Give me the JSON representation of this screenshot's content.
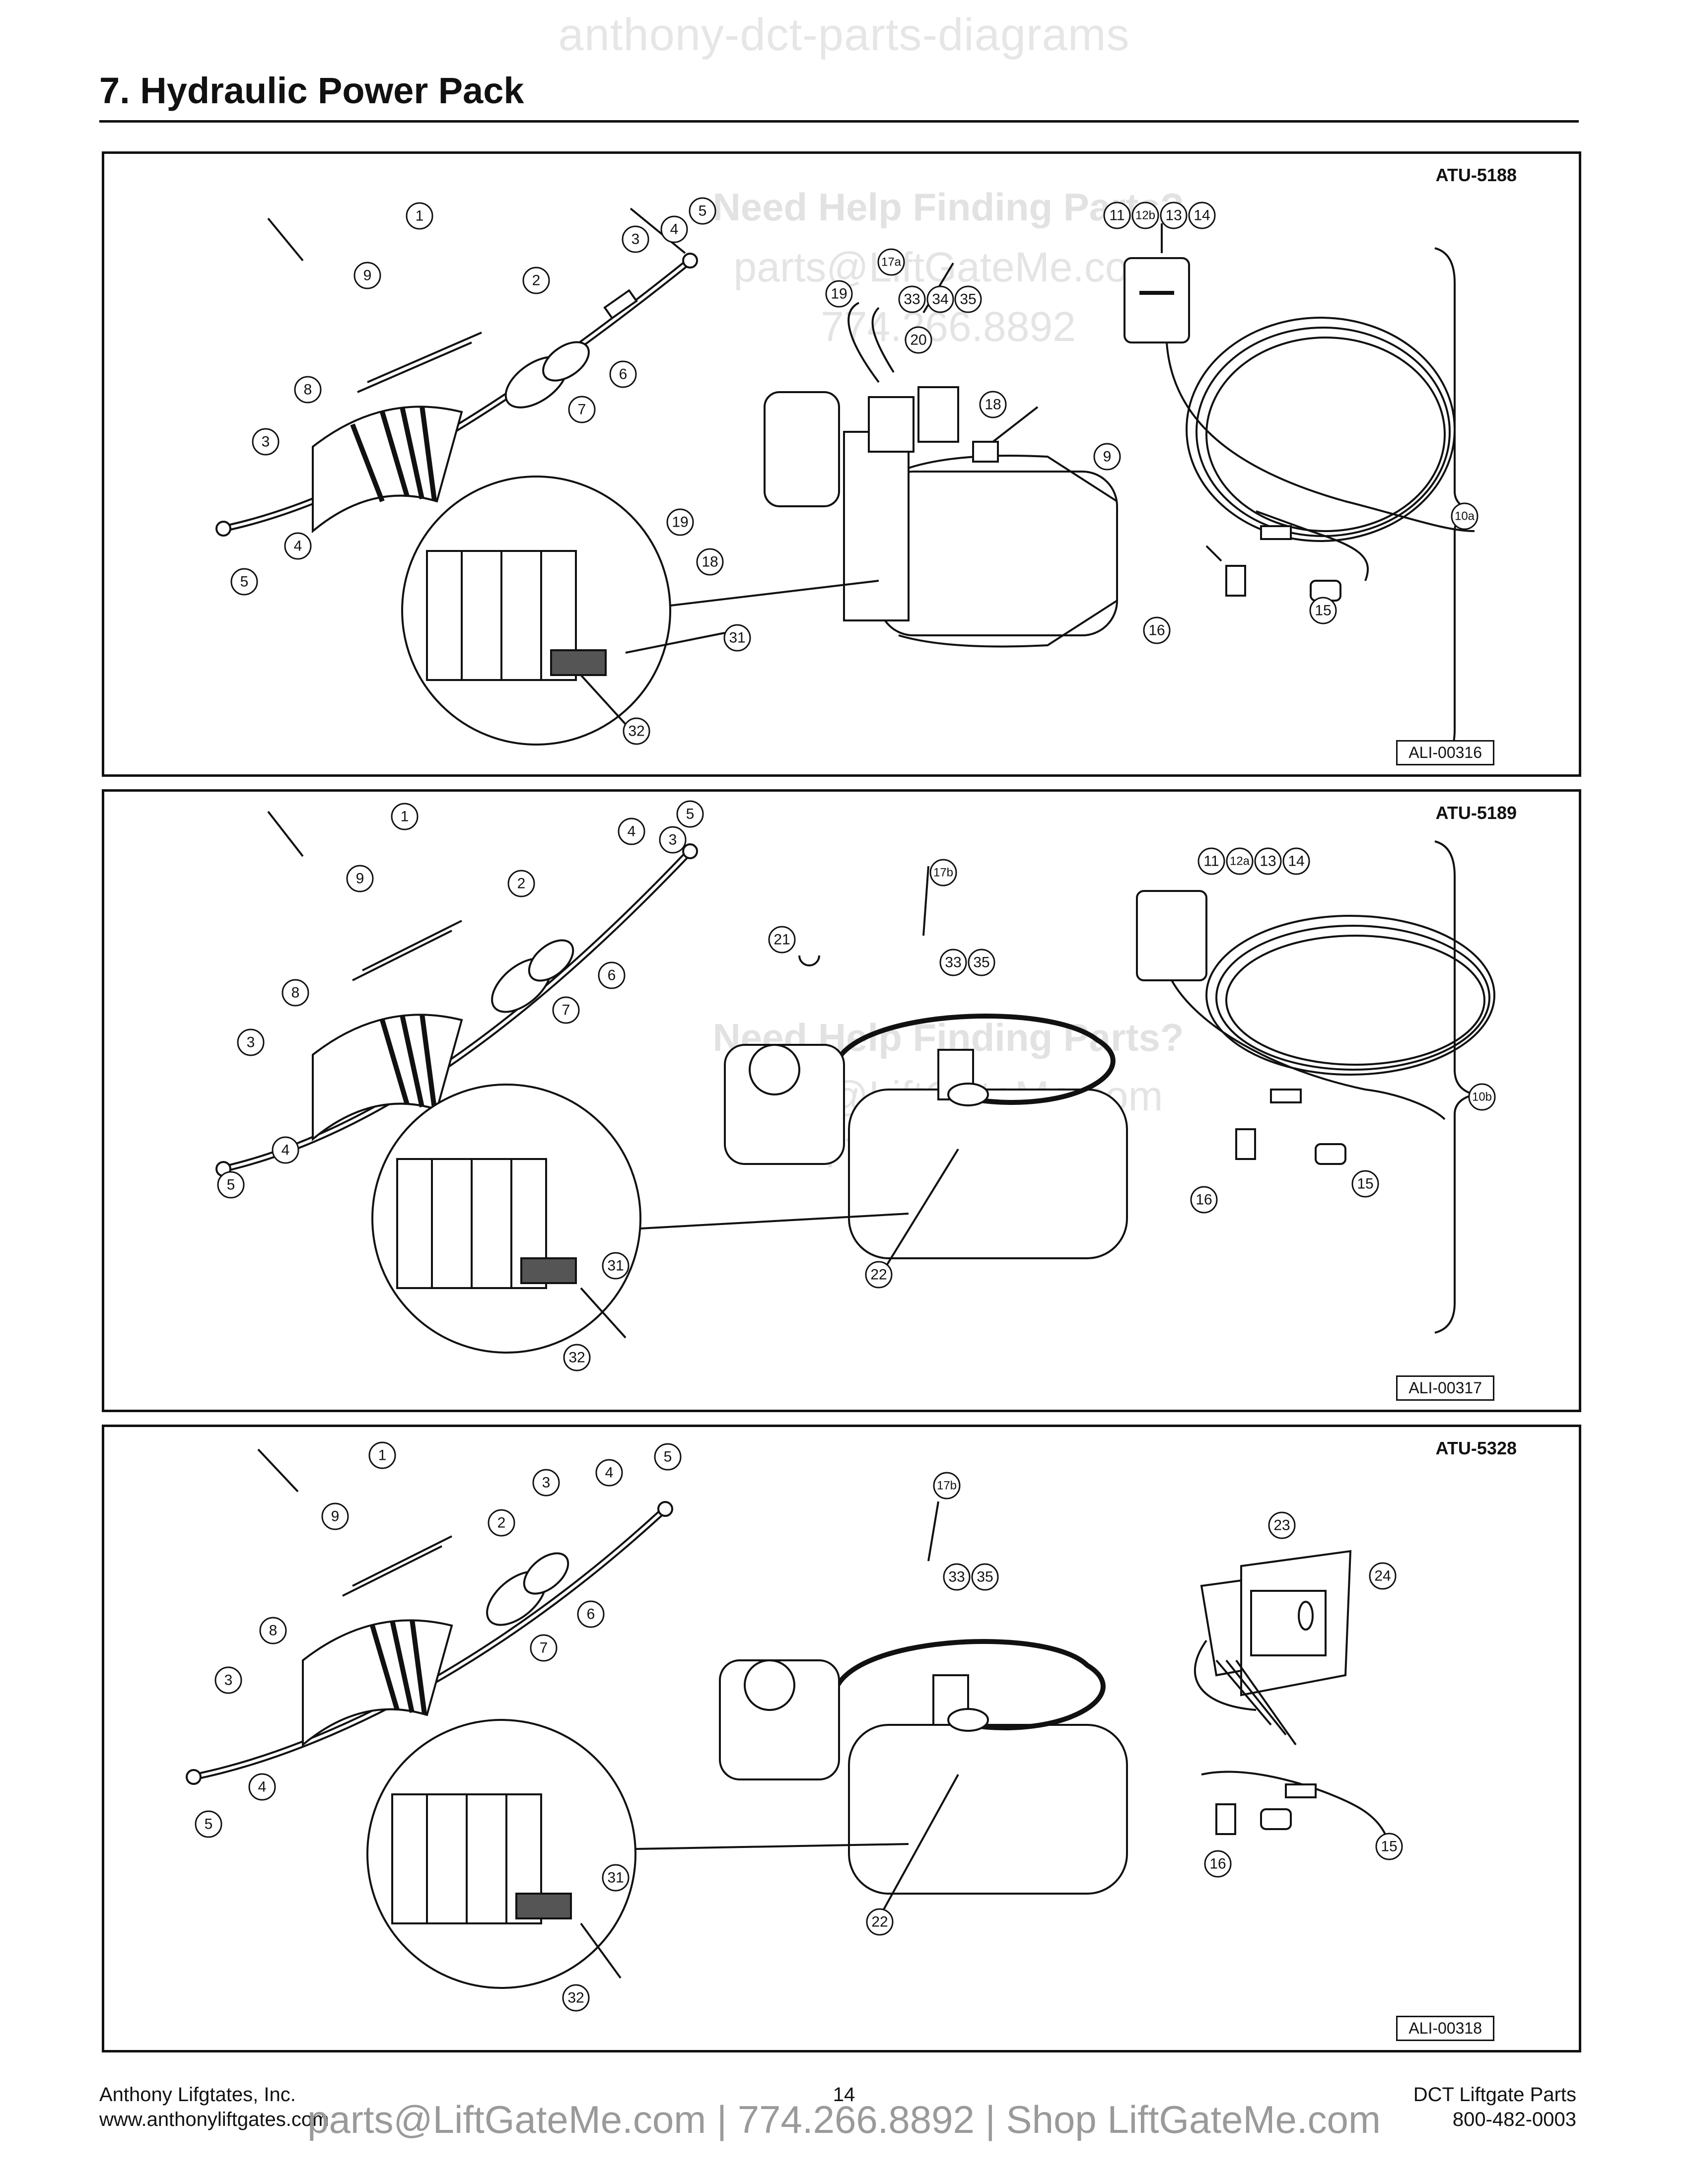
{
  "watermark_top": "anthony-dct-parts-diagrams",
  "page_title": "7. Hydraulic Power Pack",
  "help_watermark": {
    "line1": "Need Help Finding Parts?",
    "line2": "parts@LiftGateMe.com",
    "line3": "774.266.8892"
  },
  "panels": [
    {
      "model": "ATU-5188",
      "figure_id": "ALI-00316",
      "callouts": {
        "c1": "1",
        "c2": "2",
        "c3a": "3",
        "c3b": "3",
        "c4a": "4",
        "c4b": "4",
        "c5a": "5",
        "c5b": "5",
        "c6": "6",
        "c7": "7",
        "c8": "8",
        "c9a": "9",
        "c9b": "9",
        "c10": "10a",
        "c11": "11",
        "c12": "12b",
        "c13": "13",
        "c14": "14",
        "c15": "15",
        "c16": "16",
        "c17": "17a",
        "c18a": "18",
        "c18b": "18",
        "c19a": "19",
        "c19b": "19",
        "c20": "20",
        "c31": "31",
        "c32": "32",
        "c33": "33",
        "c34": "34",
        "c35": "35"
      }
    },
    {
      "model": "ATU-5189",
      "figure_id": "ALI-00317",
      "callouts": {
        "c1": "1",
        "c2": "2",
        "c3a": "3",
        "c3b": "3",
        "c4a": "4",
        "c4b": "4",
        "c5a": "5",
        "c5b": "5",
        "c6": "6",
        "c7": "7",
        "c8": "8",
        "c9": "9",
        "c10": "10b",
        "c11": "11",
        "c12": "12a",
        "c13": "13",
        "c14": "14",
        "c15": "15",
        "c16": "16",
        "c17": "17b",
        "c21": "21",
        "c22": "22",
        "c31": "31",
        "c32": "32",
        "c33": "33",
        "c35": "35"
      }
    },
    {
      "model": "ATU-5328",
      "figure_id": "ALI-00318",
      "callouts": {
        "c1": "1",
        "c2": "2",
        "c3a": "3",
        "c3b": "3",
        "c4a": "4",
        "c4b": "4",
        "c5a": "5",
        "c5b": "5",
        "c6": "6",
        "c7": "7",
        "c8": "8",
        "c9": "9",
        "c15": "15",
        "c16": "16",
        "c17": "17b",
        "c22": "22",
        "c23": "23",
        "c24": "24",
        "c31": "31",
        "c32": "32",
        "c33": "33",
        "c35": "35"
      }
    }
  ],
  "footer": {
    "company": "Anthony Lifgtates, Inc.",
    "website": "www.anthonyliftgates.com",
    "page_number": "14",
    "doc_title": "DCT Liftgate Parts",
    "phone": "800-482-0003",
    "banner": "parts@LiftGateMe.com | 774.266.8892 | Shop LiftGateMe.com"
  }
}
